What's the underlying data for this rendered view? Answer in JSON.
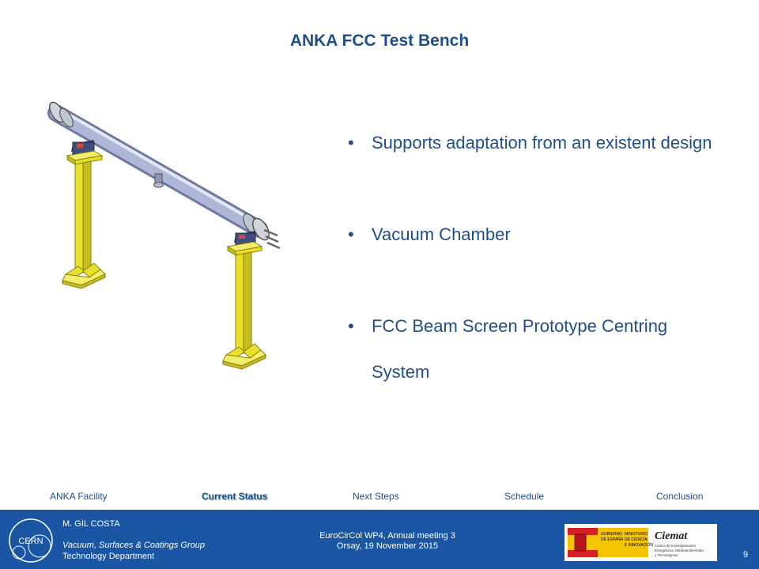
{
  "slide": {
    "title": "ANKA FCC Test Bench",
    "bullets": [
      "Supports adaptation from an existent design",
      "Vacuum Chamber",
      "FCC Beam Screen Prototype Centring System"
    ]
  },
  "nav": {
    "items": [
      "ANKA Facility",
      "Current Status",
      "Next Steps",
      "Schedule",
      "Conclusion"
    ],
    "active": "Current Status"
  },
  "footer": {
    "logo_text": "CERN",
    "author": "M. GIL COSTA",
    "group": "Vacuum, Surfaces & Coatings Group",
    "department": "Technology Department",
    "meeting_line1": "EuroCirCol WP4, Annual meeting 3",
    "meeting_line2": "Orsay, 19 November 2015",
    "page_number": "9",
    "partner_logo_1": "GOBIERNO DE ESPAÑA · MINISTERIO DE CIENCIA E INNOVACIÓN",
    "partner_logo_2": "Ciemat · Centro de Investigaciones Energéticas, Medioambientales y Tecnológicas"
  },
  "colors": {
    "title": "#1f4e8c",
    "footer_background": "#1a56a4",
    "support_yellow": "#e8e02a",
    "pipe": "#aeb8d6"
  }
}
